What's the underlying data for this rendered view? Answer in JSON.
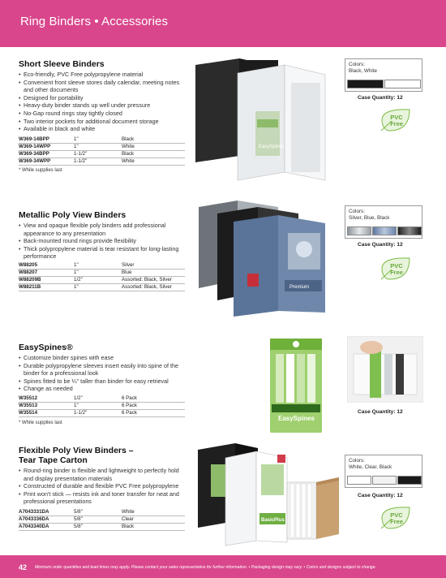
{
  "header": {
    "title": "Ring Binders • Accessories"
  },
  "sections": [
    {
      "title": "Short Sleeve Binders",
      "features": [
        "Eco-friendly, PVC Free polypropylene material",
        "Convenient front sleeve stores daily calendar, meeting notes and other documents",
        "Designed for portability",
        "Heavy-duty binder stands up well under pressure",
        "No-Gap round rings stay tightly closed",
        "Two interior pockets for additional document storage",
        "Available in black and white"
      ],
      "sku_rows": [
        [
          "W369-14BPP",
          "1\"",
          "Black"
        ],
        [
          "W369-14WPP",
          "1\"",
          "White"
        ],
        [
          "W369-34BPP",
          "1-1/2\"",
          "Black"
        ],
        [
          "W369-34WPP",
          "1-1/2\"",
          "White"
        ]
      ],
      "note": "* While supplies last",
      "colors_label": "Colors:",
      "colors_value": "Black, White",
      "swatches": [
        "#1a1a1a",
        "#ffffff"
      ],
      "case_quantity": "Case Quantity: 12",
      "pvc_badge": {
        "line1": "PVC",
        "line2": "Free"
      }
    },
    {
      "title": "Metallic Poly View Binders",
      "features": [
        "View and opaque flexible poly binders add professional appearance to any presentation",
        "Back-mounted round rings provide flexibility",
        "Thick polypropylene material is tear resistant for long-lasting performance"
      ],
      "sku_rows": [
        [
          "W88205",
          "1\"",
          "Silver"
        ],
        [
          "W88207",
          "1\"",
          "Blue"
        ],
        [
          "W88209B",
          "1/2\"",
          "Assorted: Black, Silver"
        ],
        [
          "W88211B",
          "1\"",
          "Assorted: Black, Silver"
        ]
      ],
      "colors_label": "Colors:",
      "colors_value": "Silver, Blue, Black",
      "swatches": [
        "#c8ccd0",
        "#6b86ab",
        "#1a1a1a"
      ],
      "case_quantity": "Case Quantity: 12",
      "pvc_badge": {
        "line1": "PVC",
        "line2": "Free"
      }
    },
    {
      "title": "EasySpines®",
      "features": [
        "Customize binder spines with ease",
        "Durable polypropylene sleeves insert easily into spine of the binder for a professional look",
        "Spines fitted to be ¼\" taller than binder for easy retrieval",
        "Change as needed"
      ],
      "sku_rows": [
        [
          "W35512",
          "1/2\"",
          "6 Pack"
        ],
        [
          "W35513",
          "1\"",
          "6 Pack"
        ],
        [
          "W35514",
          "1-1/2\"",
          "6 Pack"
        ]
      ],
      "note": "* While supplies last",
      "case_quantity": "Case Quantity: 12",
      "package_label": "EasySpines"
    },
    {
      "title": "Flexible Poly View Binders –",
      "title2": "Tear Tape Carton",
      "features": [
        "Round-ring binder is flexible and lightweight to perfectly hold and display presentation materials",
        "Constructed of durable and flexible PVC Free polypropylene",
        "Print won't stick — resists ink and toner transfer for neat and professional presentations"
      ],
      "sku_rows": [
        [
          "A7043331DA",
          "5/8\"",
          "White"
        ],
        [
          "A7043336DA",
          "5/8\"",
          "Clear"
        ],
        [
          "A7043340DA",
          "5/8\"",
          "Black"
        ]
      ],
      "colors_label": "Colors:",
      "colors_value": "White, Clear, Black",
      "swatches": [
        "#ffffff",
        "#f2f2f2",
        "#1a1a1a"
      ],
      "case_quantity": "Case Quantity: 12",
      "pvc_badge": {
        "line1": "PVC",
        "line2": "Free"
      },
      "product_label": "BasicPlus"
    }
  ],
  "footer": {
    "page_number": "42",
    "disclaimer": "Minimum order quantities and lead times may apply. Please contact your sales representative for further information. • Packaging design may vary. • Colors and designs subject to change."
  },
  "product_text": {
    "spine": "EasySpines",
    "metallic": "Premium"
  }
}
